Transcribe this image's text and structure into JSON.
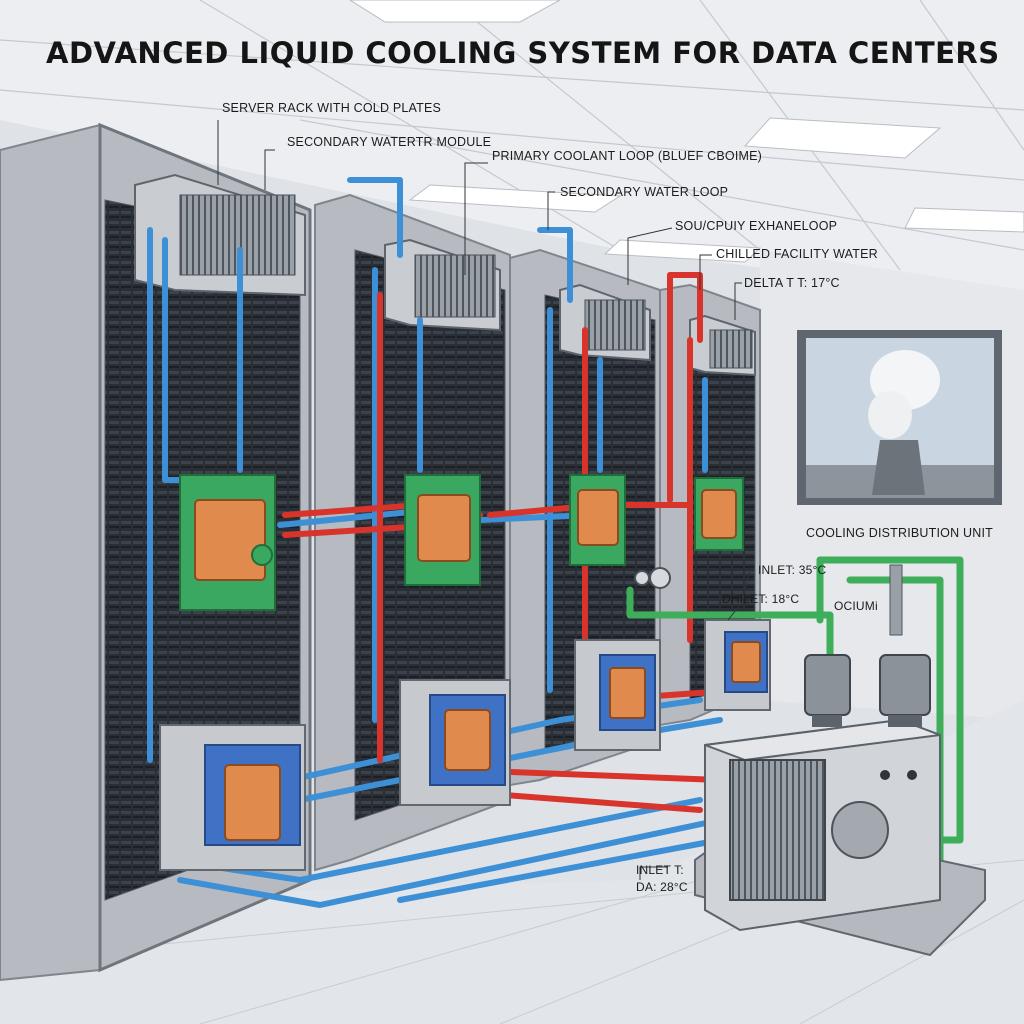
{
  "title": "ADVANCED LIQUID COOLING SYSTEM FOR DATA CENTERS",
  "callouts": {
    "server_rack": "SERVER RACK WITH COLD PLATES",
    "secondary_module": "SECONDARY WATERTR MODULE",
    "primary_loop": "PRIMARY COOLANT LOOP (BLUEF CBOIME)",
    "secondary_loop": "SECONDARY WATER LOOP",
    "exhaust_loop": "SOU/CPUIY EXHANELOOP",
    "chilled_water": "CHILLED FACILITY WATER",
    "delta_t": "DELTA T T: 17°C",
    "cdu": "COOLING DISTRIBUTION UNIT",
    "inlet_top": "INLET: 35°C",
    "outlet": "DHILET: 18°C",
    "ociun": "OCIUMi",
    "inlet_bottom": "INLET T:",
    "da_temp": "DA: 28°C"
  },
  "colors": {
    "primary_loop": "#3d8fd6",
    "hot_return": "#d9342b",
    "facility_water": "#3fae5a",
    "cold_plate": "#e08a4e",
    "plate_frame": "#3aa860",
    "rack": "#a9adb4"
  }
}
